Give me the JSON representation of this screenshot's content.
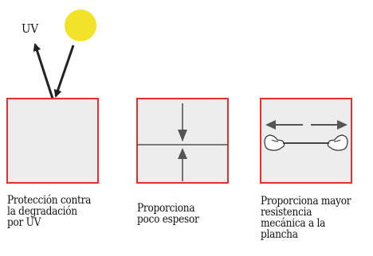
{
  "uv_label": "UV",
  "panels": [
    {
      "caption": [
        "Protección contra",
        "la degradación",
        "por UV"
      ]
    },
    {
      "caption": [
        "Proporciona",
        "poco espesor"
      ]
    },
    {
      "caption": [
        "Proporciona mayor",
        "resistencia",
        "mecánica a la",
        "plancha"
      ]
    }
  ],
  "colors": {
    "box_fill": "#ededed",
    "box_border": "#e03030",
    "sun": "#f2e22a",
    "arrow": "#2a2a2a",
    "line": "#555555"
  }
}
